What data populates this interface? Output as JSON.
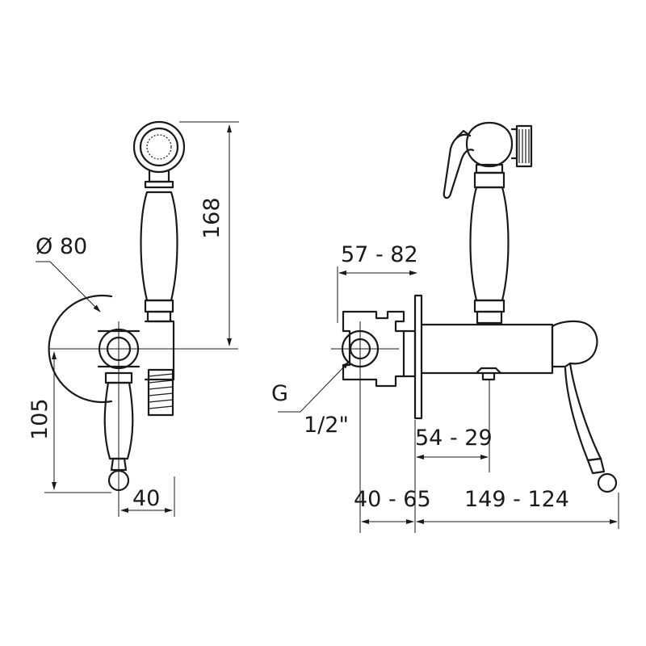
{
  "labels": {
    "diameter": "Ø 80",
    "height_top": "168",
    "height_bottom": "105",
    "width_front": "40",
    "depth_range": "57 - 82",
    "thread_letter": "G",
    "thread_size": "1/2\"",
    "outlet_range": "54 - 29",
    "body_depth": "40 - 65",
    "spout_length": "149 - 124"
  }
}
